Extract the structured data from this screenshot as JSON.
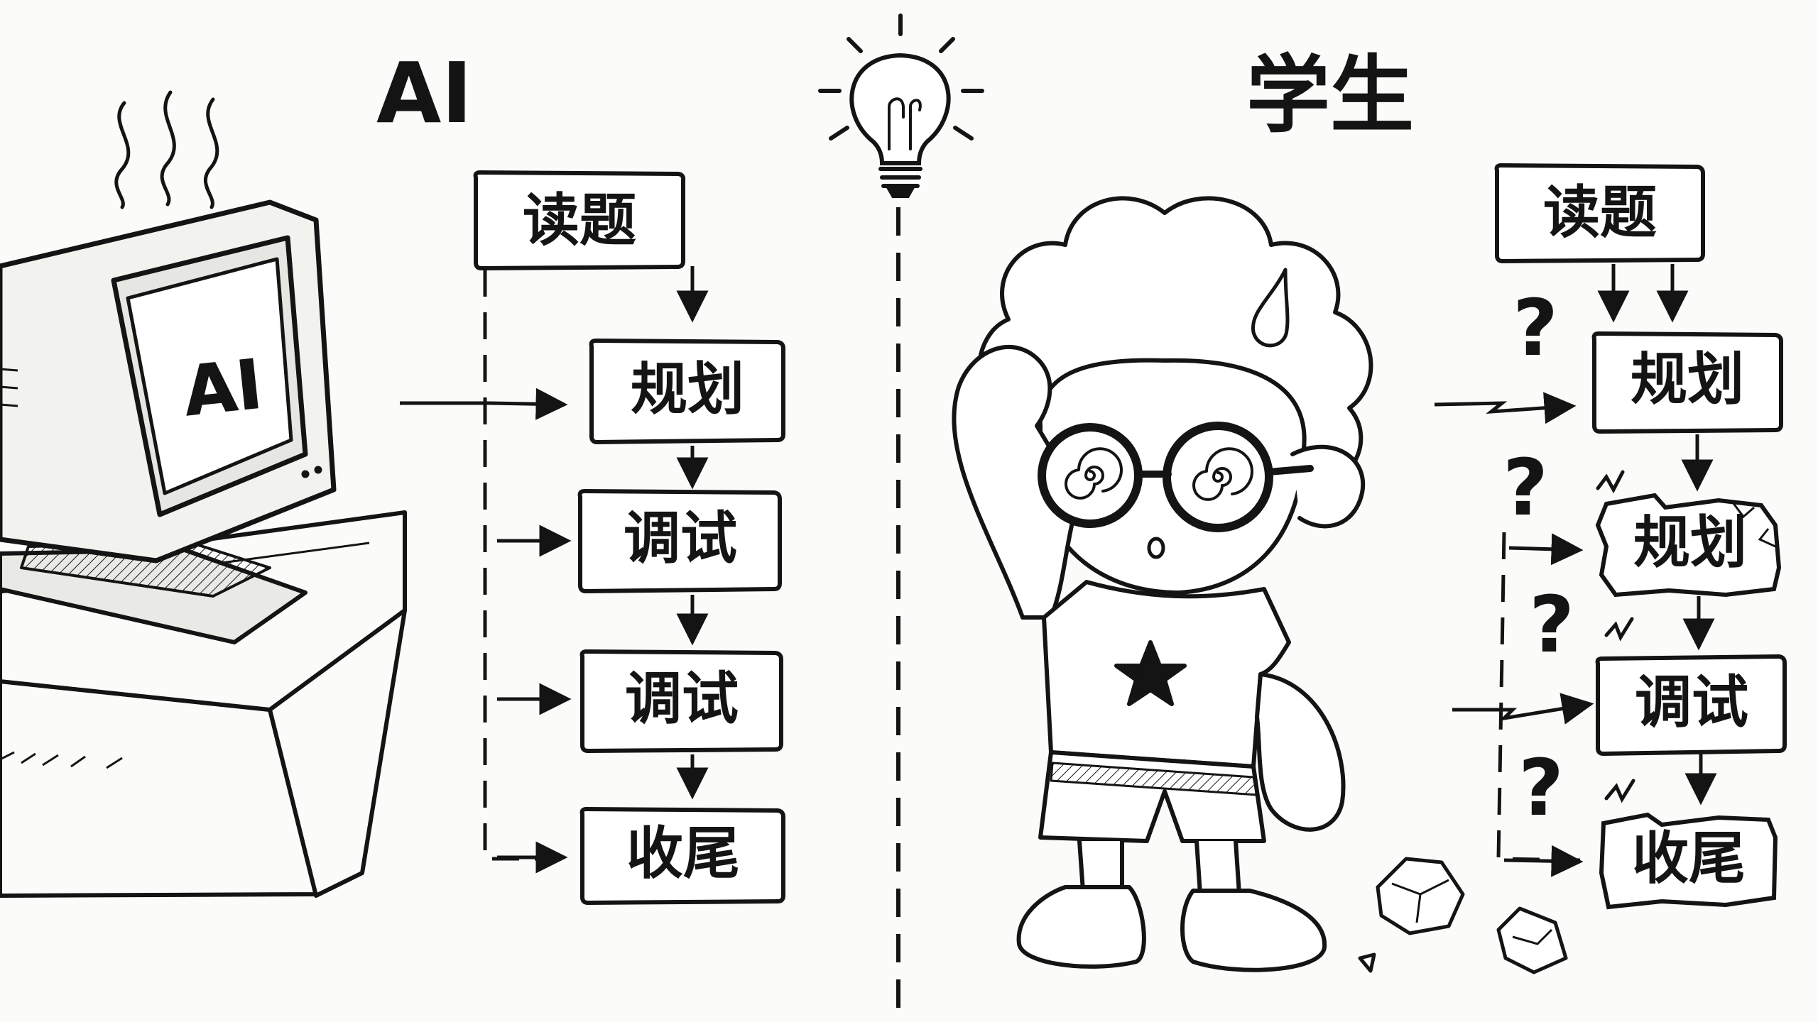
{
  "ai_side": {
    "title": "AI",
    "screen_text": "AI",
    "steps": [
      "读题",
      "规划",
      "调试",
      "调试",
      "收尾"
    ]
  },
  "student_side": {
    "title": "学生",
    "steps": [
      "读题",
      "规划",
      "规划",
      "调试",
      "收尾"
    ],
    "confusion_marks": [
      "?",
      "?",
      "?",
      "?"
    ]
  },
  "icons": {
    "divider": "lightbulb-icon",
    "ai_illustration": "computer-icon",
    "student_illustration": "confused-student-icon"
  },
  "colors": {
    "ink": "#141414",
    "paper": "#fbfbf9"
  }
}
